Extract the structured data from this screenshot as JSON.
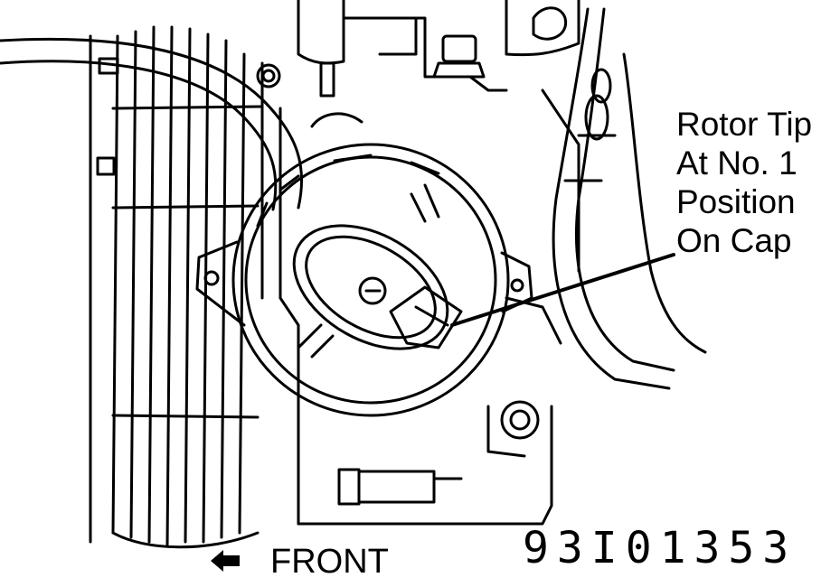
{
  "callout": {
    "lines": [
      "Rotor Tip",
      "At No. 1",
      "Position",
      "On Cap"
    ]
  },
  "direction": {
    "label": "FRONT",
    "icon": "arrow-left-icon"
  },
  "figure_code": "93I01353",
  "colors": {
    "ink": "#000000",
    "paper": "#ffffff"
  }
}
